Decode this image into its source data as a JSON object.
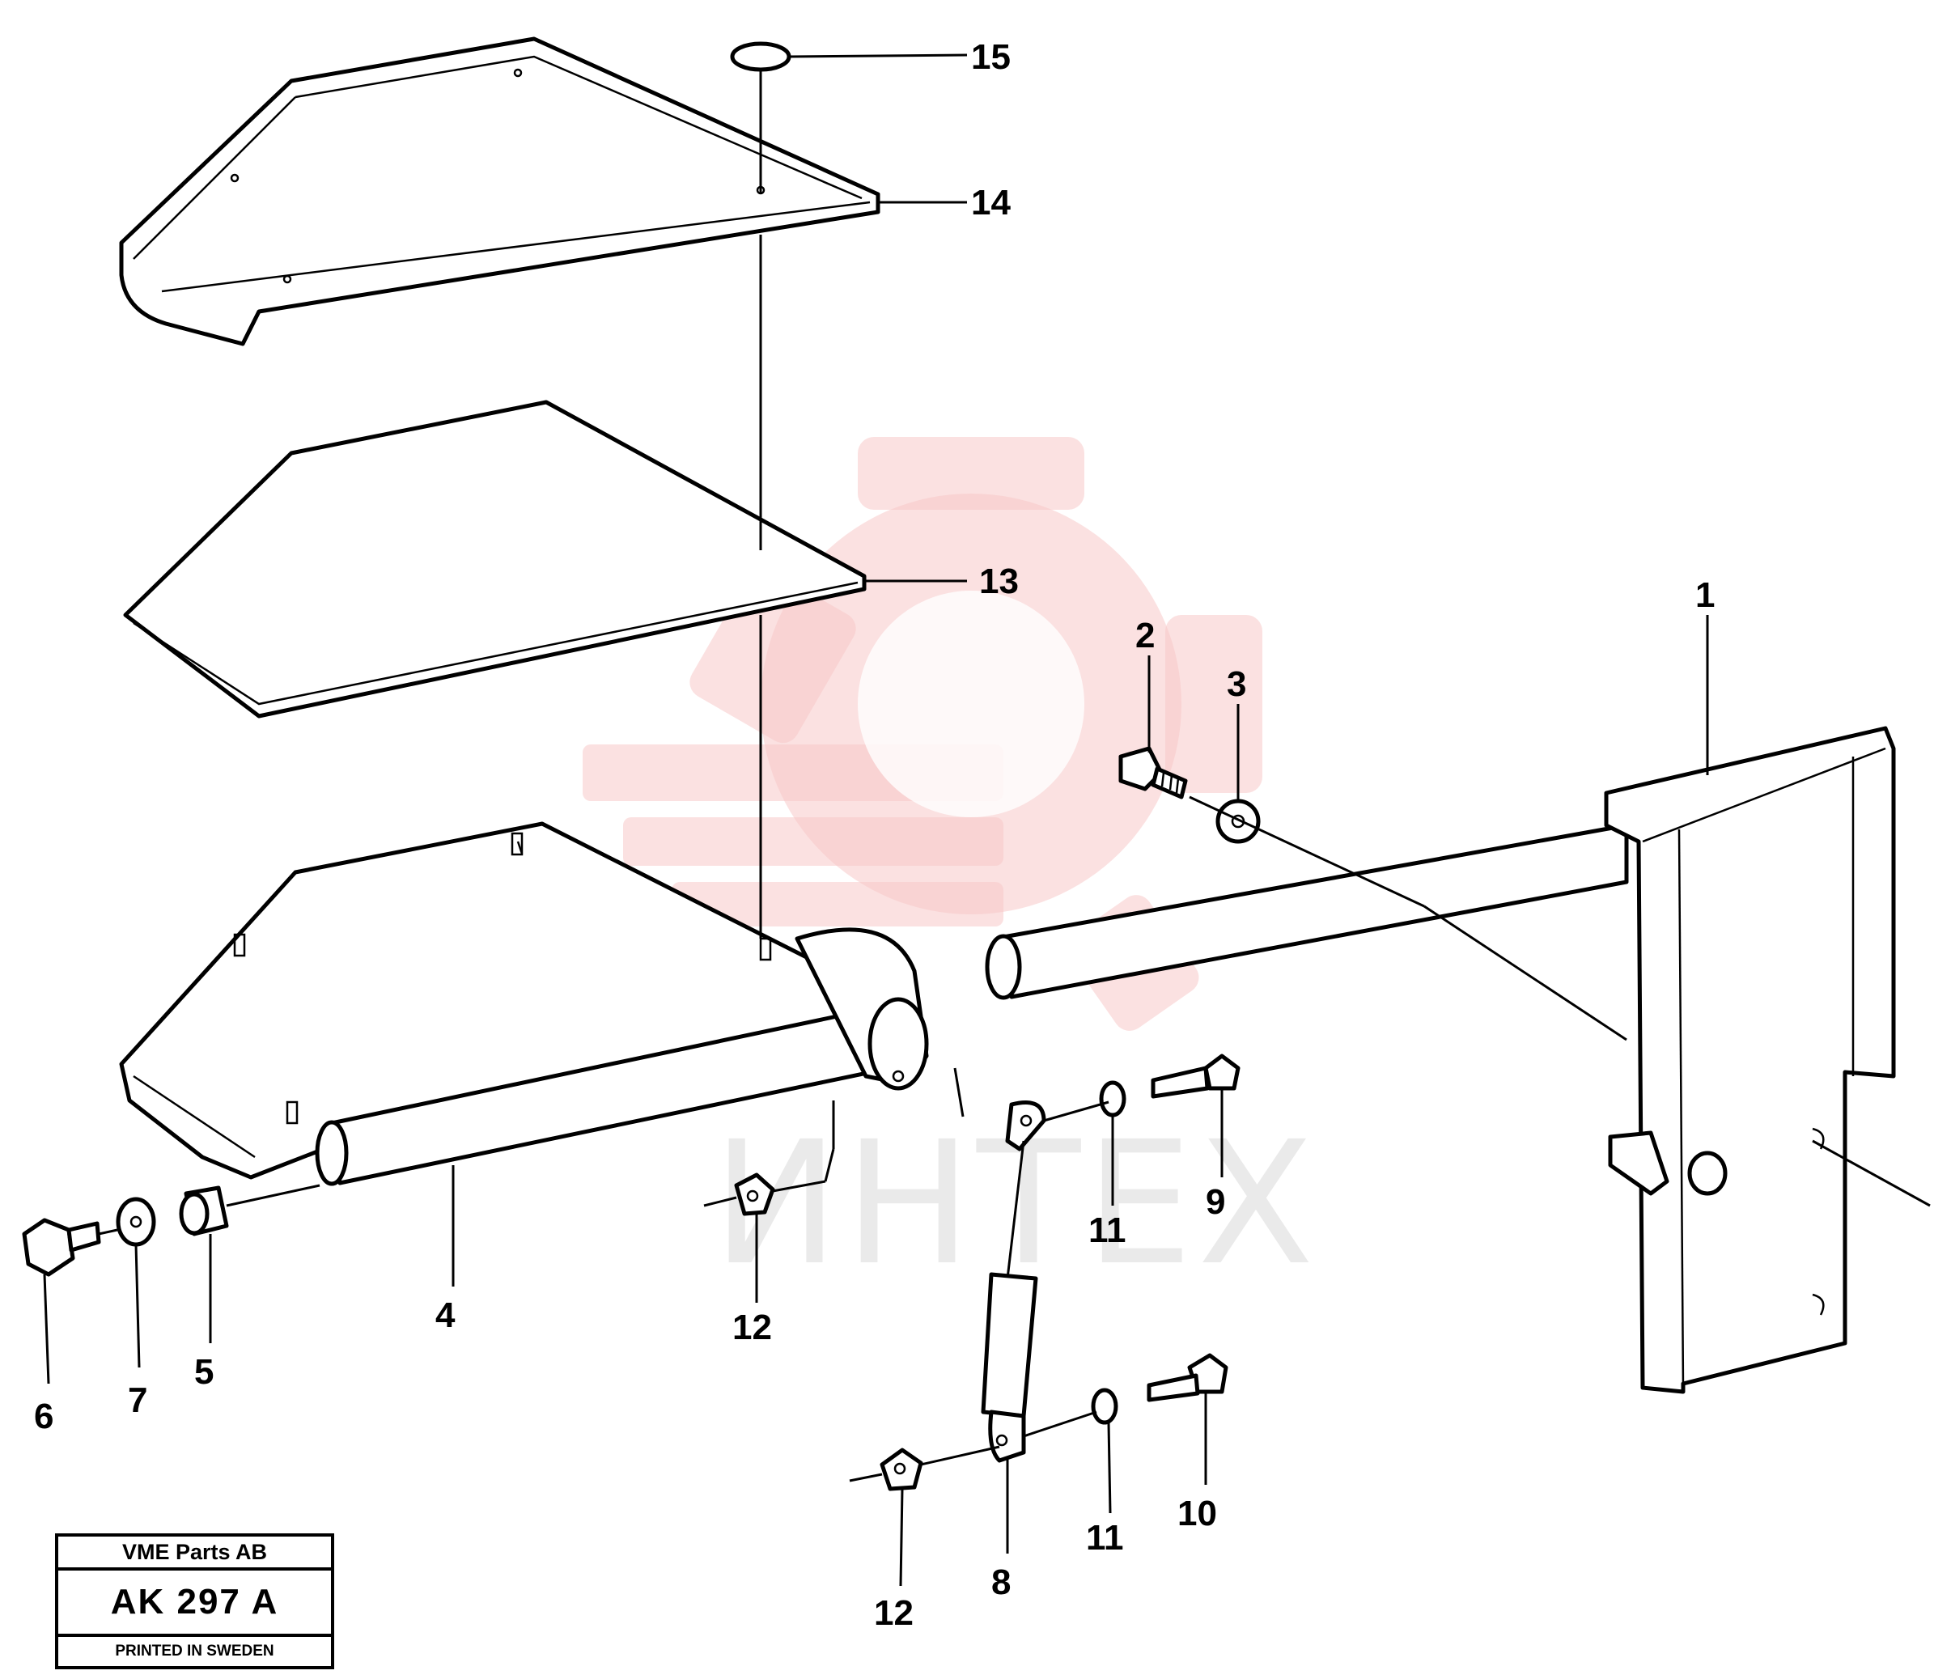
{
  "watermark": {
    "text": "ИНТЕХ",
    "gear_color": "#f7c9c9"
  },
  "callouts": [
    {
      "id": "c1",
      "text": "1"
    },
    {
      "id": "c2",
      "text": "2"
    },
    {
      "id": "c3",
      "text": "3"
    },
    {
      "id": "c4",
      "text": "4"
    },
    {
      "id": "c5",
      "text": "5"
    },
    {
      "id": "c6",
      "text": "6"
    },
    {
      "id": "c7",
      "text": "7"
    },
    {
      "id": "c8",
      "text": "8"
    },
    {
      "id": "c9",
      "text": "9"
    },
    {
      "id": "c10",
      "text": "10"
    },
    {
      "id": "c11a",
      "text": "11"
    },
    {
      "id": "c11b",
      "text": "11"
    },
    {
      "id": "c12a",
      "text": "12"
    },
    {
      "id": "c12b",
      "text": "12"
    },
    {
      "id": "c13",
      "text": "13"
    },
    {
      "id": "c14",
      "text": "14"
    },
    {
      "id": "c15",
      "text": "15"
    }
  ],
  "stamp": {
    "company": "VME Parts AB",
    "code": "AK 297  A",
    "printed": "PRINTED IN SWEDEN"
  }
}
